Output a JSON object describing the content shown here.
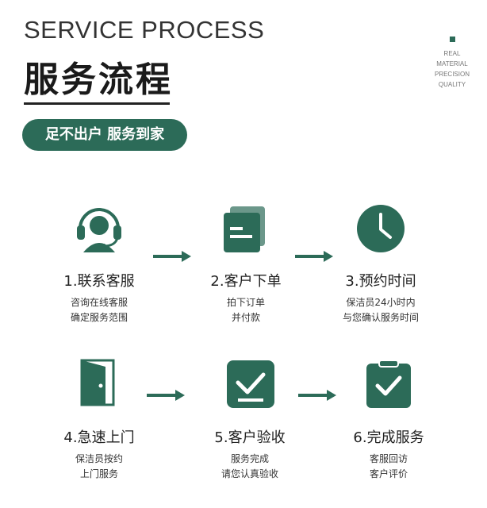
{
  "header": {
    "en_title": "SERVICE PROCESS",
    "cn_title": "服务流程",
    "side_lines": [
      "REAL",
      "MATERIAL",
      "PRECISION",
      "QUALITY"
    ]
  },
  "badge": {
    "label": "足不出户 服务到家"
  },
  "steps": [
    {
      "title": "1.联系客服",
      "desc": [
        "咨询在线客服",
        "确定服务范围"
      ],
      "icon": "headset-agent-icon"
    },
    {
      "title": "2.客户下单",
      "desc": [
        "拍下订单",
        "并付款"
      ],
      "icon": "order-document-icon"
    },
    {
      "title": "3.预约时间",
      "desc": [
        "保洁员24小时内",
        "与您确认服务时间"
      ],
      "icon": "clock-icon"
    },
    {
      "title": "4.急速上门",
      "desc": [
        "保洁员按约",
        "上门服务"
      ],
      "icon": "door-icon"
    },
    {
      "title": "5.客户验收",
      "desc": [
        "服务完成",
        "请您认真验收"
      ],
      "icon": "checkbox-icon"
    },
    {
      "title": "6.完成服务",
      "desc": [
        "客服回访",
        "客户评价"
      ],
      "icon": "clipboard-check-icon"
    }
  ],
  "colors": {
    "brand": "#2c6b58",
    "text": "#222222",
    "white": "#ffffff"
  }
}
